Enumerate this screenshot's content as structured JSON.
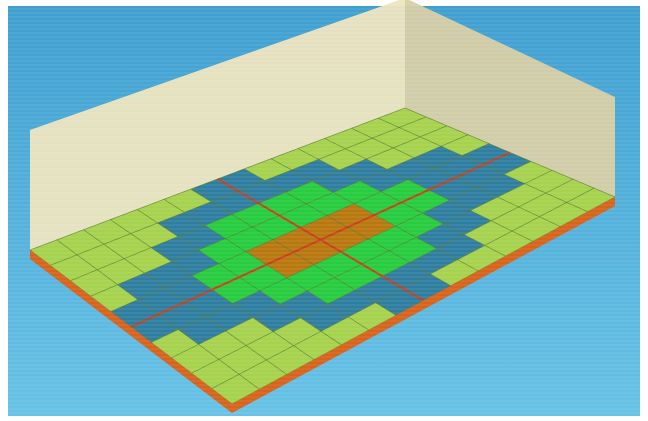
{
  "scene": {
    "kind": "isometric grid floor with back walls",
    "grid_columns": 14,
    "grid_rows": 10,
    "zones": [
      {
        "name": "outer",
        "color": "#a6d24e"
      },
      {
        "name": "blue-band",
        "color": "#2f7ea0"
      },
      {
        "name": "green-band",
        "color": "#27cc3f"
      },
      {
        "name": "center",
        "color": "#b8780f"
      }
    ],
    "colors": {
      "background_top": "#3f9fd0",
      "background_bottom": "#67c2e6",
      "wall": "#eee5bf",
      "wall_shade": "#d8cfa5",
      "grid_line": "#5a7a2a",
      "divider_line": "#c8401b",
      "edge": "#d8631c",
      "dark_line": "#24406e"
    }
  }
}
